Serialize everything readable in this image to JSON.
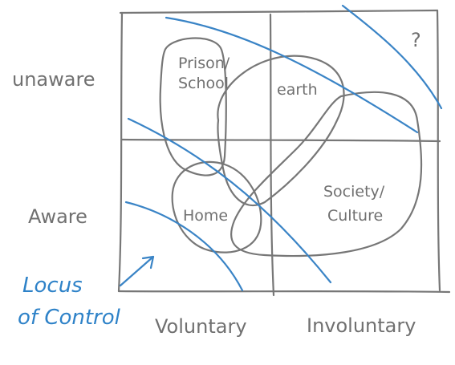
{
  "axes": {
    "rows": [
      "unaware",
      "Aware"
    ],
    "columns": [
      "Voluntary",
      "Involuntary"
    ],
    "corner_mark": "?"
  },
  "regions": {
    "prison_school": [
      "Prison/",
      "School"
    ],
    "earth": "earth",
    "home": "Home",
    "society_culture": [
      "Society/",
      "Culture"
    ]
  },
  "annotation": {
    "lines": [
      "Locus",
      "of Control"
    ]
  },
  "colors": {
    "pencil": "#777777",
    "ink_blue": "#3a84c6"
  }
}
